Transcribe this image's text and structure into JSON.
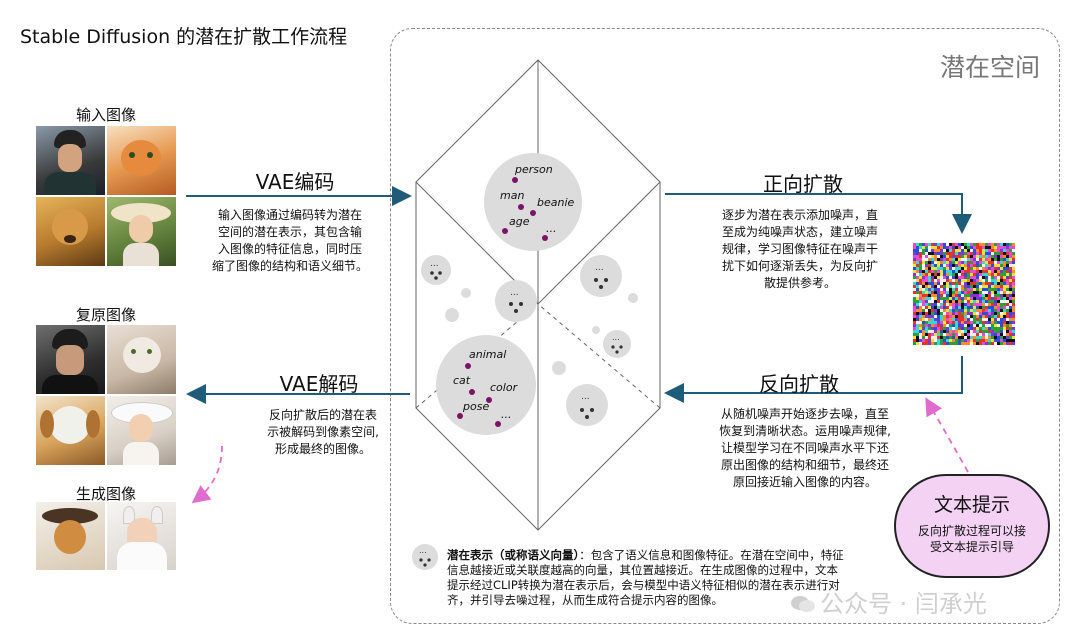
{
  "title": "Stable Diffusion 的潜在扩散工作流程",
  "latent_space_label": "潜在空间",
  "input_images": {
    "label": "输入图像"
  },
  "restored_images": {
    "label": "复原图像"
  },
  "generated_images": {
    "label": "生成图像"
  },
  "vae_encode": {
    "title": "VAE编码",
    "desc": [
      "输入图像通过编码转为潜在",
      "空间的潜在表示，其包含输",
      "入图像的特征信息，同时压",
      "缩了图像的结构和语义细节。"
    ]
  },
  "vae_decode": {
    "title": "VAE解码",
    "desc": [
      "反向扩散后的潜在表",
      "示被解码到像素空间,",
      "形成最终的图像。"
    ]
  },
  "forward_diffusion": {
    "title": "正向扩散",
    "desc": [
      "逐步为潜在表示添加噪声，直",
      "至成为纯噪声状态，建立噪声",
      "规律，学习图像特征在噪声干",
      "扰下如何逐渐丢失，为反向扩",
      "散提供参考。"
    ]
  },
  "reverse_diffusion": {
    "title": "反向扩散",
    "desc": [
      "从随机噪声开始逐步去噪，直至",
      "恢复到清晰状态。运用噪声规律,",
      "让模型学习在不同噪声水平下还",
      "原出图像的结构和细节，最终还",
      "原回接近输入图像的内容。"
    ]
  },
  "text_prompt": {
    "title": "文本提示",
    "desc": [
      "反向扩散过程可以接",
      "受文本提示引导"
    ]
  },
  "clusters": {
    "top": [
      "person",
      "man",
      "beanie",
      "age",
      "..."
    ],
    "bottom": [
      "animal",
      "cat",
      "color",
      "pose",
      "..."
    ],
    "small_dots": "..."
  },
  "legend": {
    "bold": "潜在表示（或称语义向量）",
    "text": "：包含了语义信息和图像特征。在潜在空间中，特征信息越接近或关联度越高的向量，其位置越接近。在生成图像的过程中，文本提示经过CLIP转换为潜在表示后，会与模型中语义特征相似的潜在表示进行对齐，并引导去噪过程，从而生成符合提示内容的图像。"
  },
  "watermark": "公众号 · 闫承光",
  "colors": {
    "arrow": "#1f5c79",
    "dot": "#7a1466",
    "cluster": "#dcdcdc",
    "prompt_bg": "#f4d2f4",
    "dashed_pink": "#e06cd0"
  }
}
